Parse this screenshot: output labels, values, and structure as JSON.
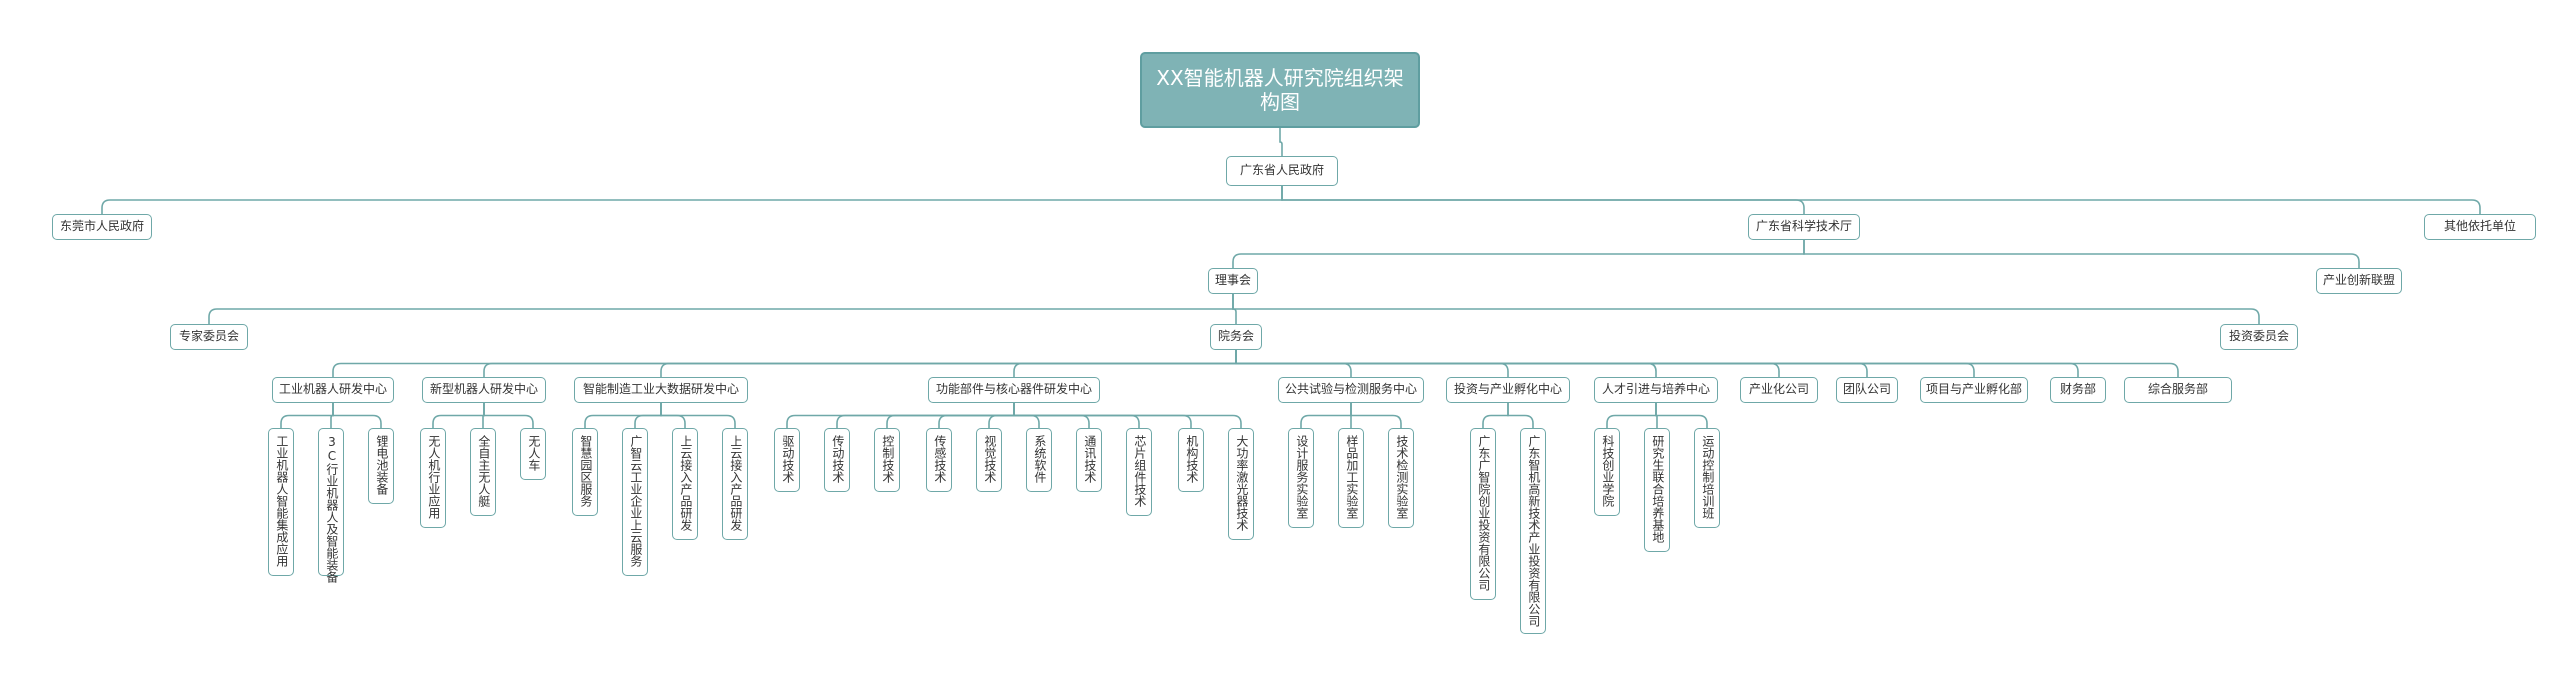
{
  "root": "XX智能机器人研究院组织架构图",
  "nodes": {
    "gov": "广东省人民政府",
    "dongguan": "东莞市人民政府",
    "sci": "广东省科学技术厅",
    "other": "其他依托单位",
    "board": "理事会",
    "alliance": "产业创新联盟",
    "expert": "专家委员会",
    "academy": "院务会",
    "invest_committee": "投资委员会",
    "c1": "工业机器人研发中心",
    "c2": "新型机器人研发中心",
    "c3": "智能制造工业大数据研发中心",
    "c4": "功能部件与核心器件研发中心",
    "c5": "公共试验与检测服务中心",
    "c6": "投资与产业孵化中心",
    "c7": "人才引进与培养中心",
    "c8": "产业化公司",
    "c9": "团队公司",
    "c10": "项目与产业孵化部",
    "c11": "财务部",
    "c12": "综合服务部",
    "c1_1": "工业机器人智能集成应用",
    "c1_2": "3C行业机器人及智能装备",
    "c1_3": "锂电池装备",
    "c2_1": "无人机行业应用",
    "c2_2": "全自主无人艇",
    "c2_3": "无人车",
    "c3_1": "智慧园区服务",
    "c3_2": "广智云工业企业上云服务",
    "c3_3": "上云接入产品研发",
    "c3_4": "上云接入产品研发",
    "c4_1": "驱动技术",
    "c4_2": "传动技术",
    "c4_3": "控制技术",
    "c4_4": "传感技术",
    "c4_5": "视觉技术",
    "c4_6": "系统软件",
    "c4_7": "通讯技术",
    "c4_8": "芯片组件技术",
    "c4_9": "机构技术",
    "c4_10": "大功率激光器技术",
    "c5_1": "设计服务实验室",
    "c5_2": "样品加工实验室",
    "c5_3": "技术检测实验室",
    "c6_1": "广东广智院创业投资有限公司",
    "c6_2": "广东智机高新技术产业投资有限公司",
    "c7_1": "科技创业学院",
    "c7_2": "研究生联合培养基地",
    "c7_3": "运动控制培训班"
  },
  "colors": {
    "line": "#6fa8a8",
    "root_fill": "#7fb3b5",
    "node_border": "#6fa8a8"
  }
}
